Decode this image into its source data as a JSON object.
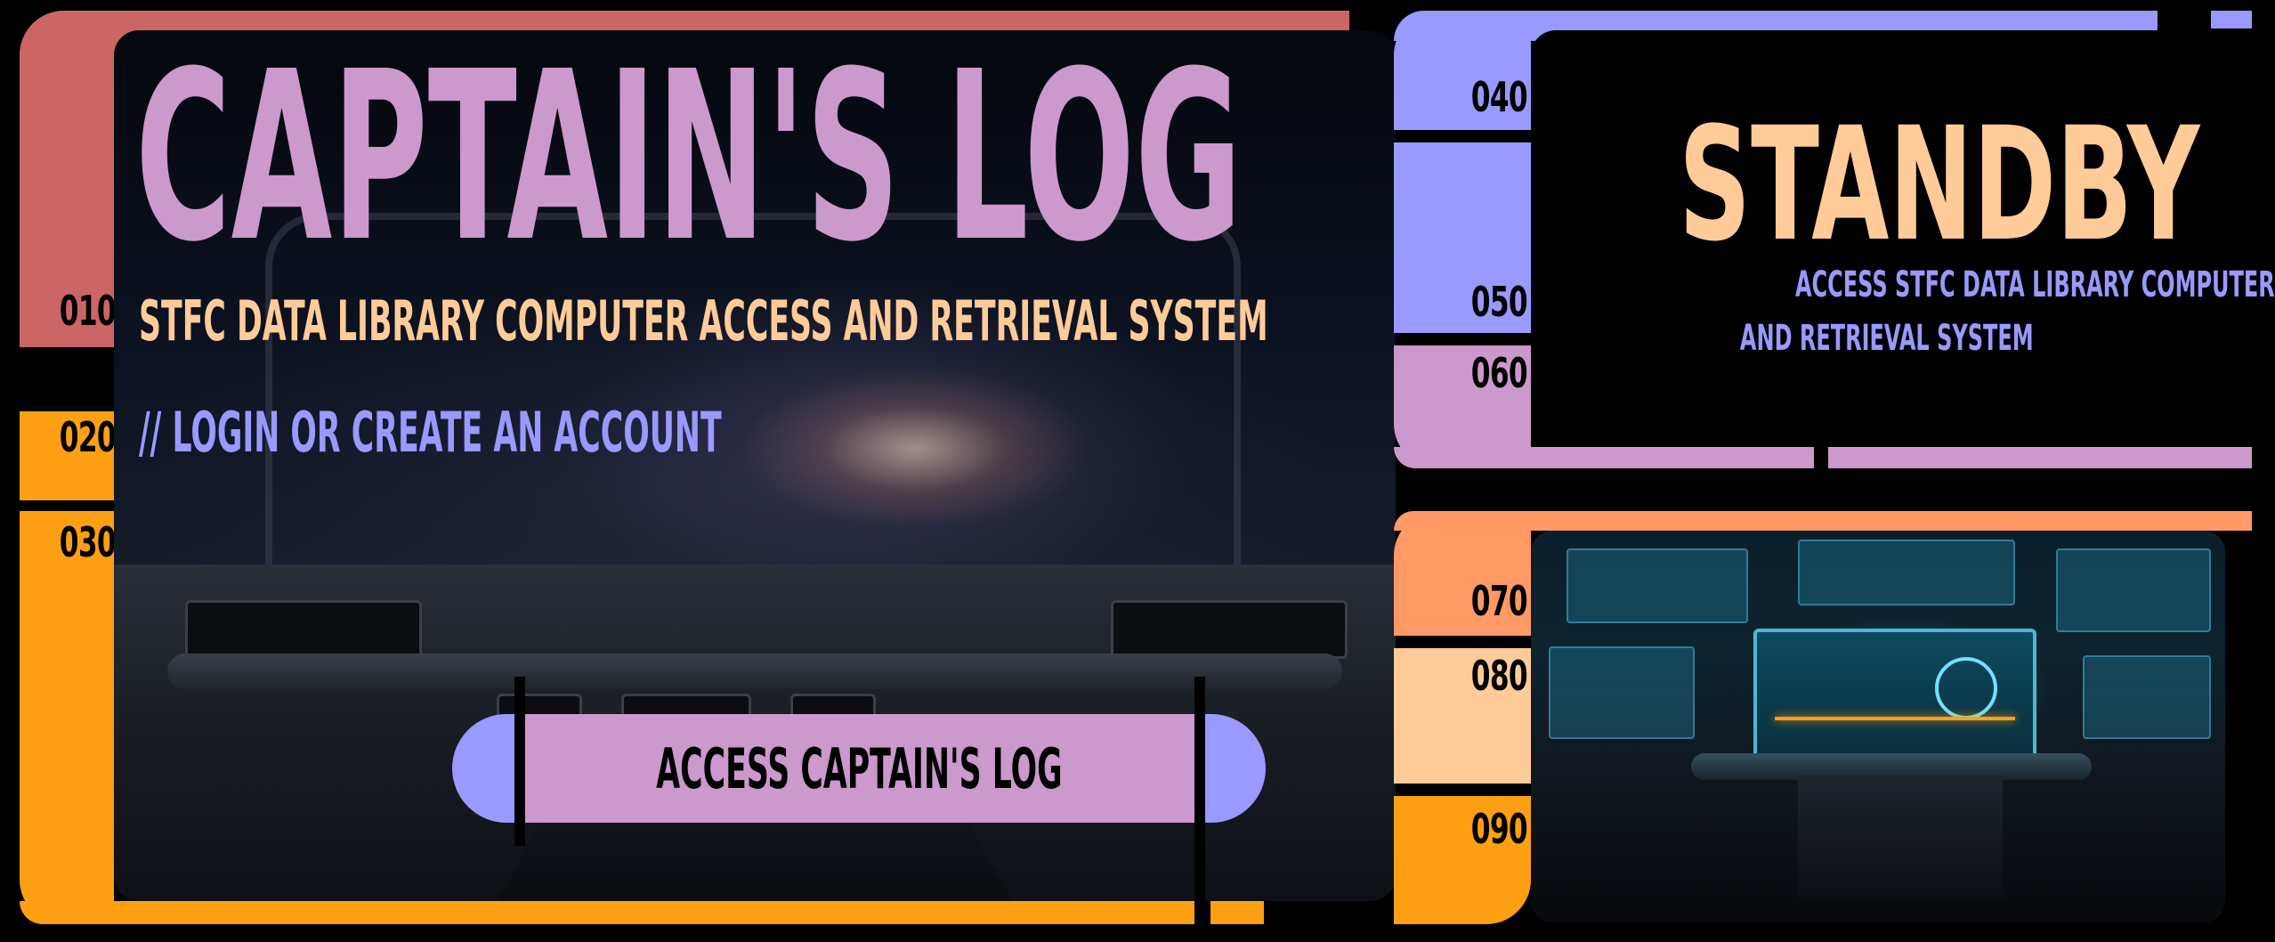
{
  "colors": {
    "red": "#cc6666",
    "orange": "#ff9f14",
    "lilac": "#cc99cc",
    "blue": "#9999ff",
    "peach": "#ffcc99",
    "coral": "#ff9966"
  },
  "main": {
    "title": "CAPTAIN'S LOG",
    "subtitle": "STFC DATA LIBRARY COMPUTER ACCESS AND RETRIEVAL SYSTEM",
    "login_prompt": "// LOGIN OR CREATE AN ACCOUNT",
    "access_button": "ACCESS CAPTAIN'S LOG"
  },
  "standby": {
    "title": "STANDBY",
    "line1": "ACCESS STFC DATA LIBRARY COMPUTER ACCESS",
    "line2": "AND RETRIEVAL SYSTEM"
  },
  "codes": {
    "c010": "010",
    "c020": "020",
    "c030": "030",
    "c040": "040",
    "c050": "050",
    "c060": "060",
    "c070": "070",
    "c080": "080",
    "c090": "090"
  }
}
